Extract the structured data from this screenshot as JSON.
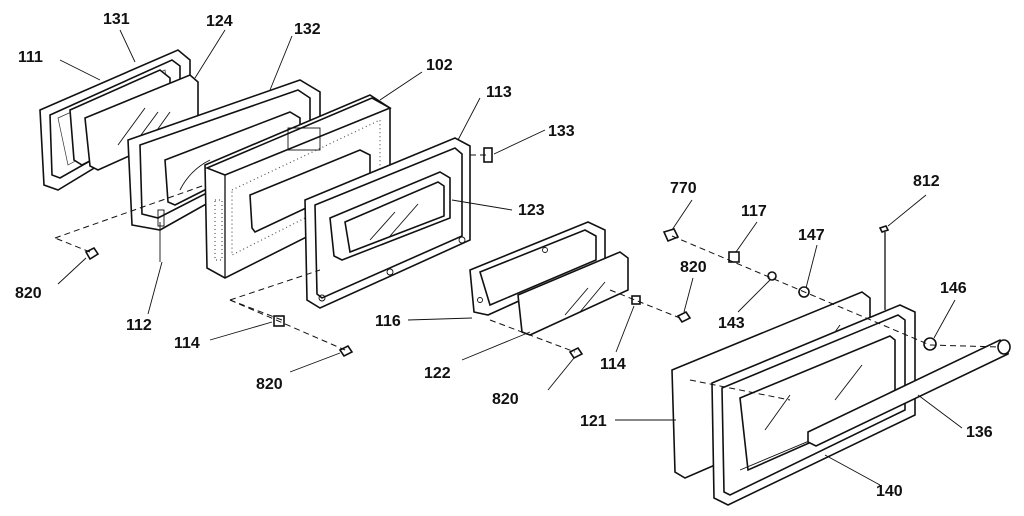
{
  "callouts": [
    {
      "id": "111",
      "text": "111"
    },
    {
      "id": "131",
      "text": "131"
    },
    {
      "id": "124",
      "text": "124"
    },
    {
      "id": "132",
      "text": "132"
    },
    {
      "id": "102",
      "text": "102"
    },
    {
      "id": "113",
      "text": "113"
    },
    {
      "id": "133",
      "text": "133"
    },
    {
      "id": "123",
      "text": "123"
    },
    {
      "id": "770",
      "text": "770"
    },
    {
      "id": "117",
      "text": "117"
    },
    {
      "id": "812",
      "text": "812"
    },
    {
      "id": "147",
      "text": "147"
    },
    {
      "id": "820a",
      "text": "820"
    },
    {
      "id": "112",
      "text": "112"
    },
    {
      "id": "114a",
      "text": "114"
    },
    {
      "id": "820b",
      "text": "820"
    },
    {
      "id": "116",
      "text": "116"
    },
    {
      "id": "122",
      "text": "122"
    },
    {
      "id": "820c",
      "text": "820"
    },
    {
      "id": "114b",
      "text": "114"
    },
    {
      "id": "820d",
      "text": "820"
    },
    {
      "id": "143",
      "text": "143"
    },
    {
      "id": "146",
      "text": "146"
    },
    {
      "id": "121",
      "text": "121"
    },
    {
      "id": "136",
      "text": "136"
    },
    {
      "id": "140",
      "text": "140"
    }
  ]
}
